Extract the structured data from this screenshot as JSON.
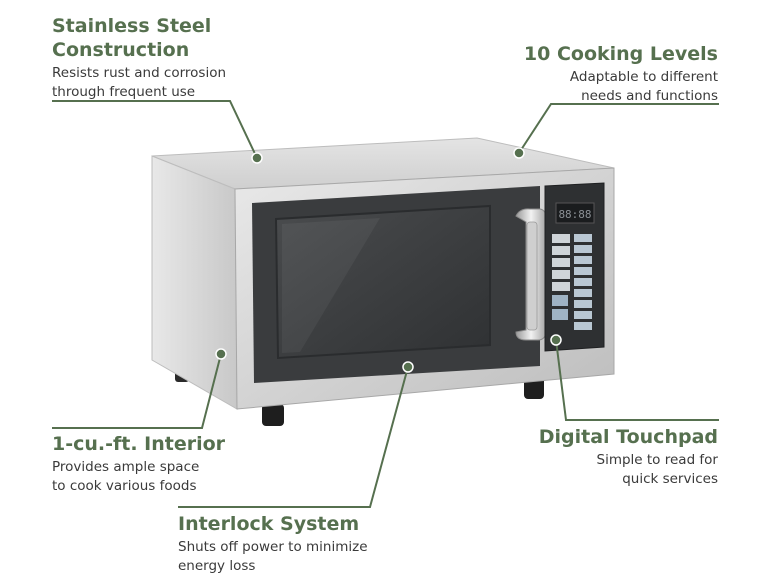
{
  "callouts": {
    "steel": {
      "title_line1": "Stainless Steel",
      "title_line2": "Construction",
      "desc_line1": "Resists rust and corrosion",
      "desc_line2": "through frequent use"
    },
    "levels": {
      "title": "10 Cooking Levels",
      "desc_line1": "Adaptable to different",
      "desc_line2": "needs and functions"
    },
    "interior": {
      "title": "1-cu.-ft. Interior",
      "desc_line1": "Provides ample space",
      "desc_line2": "to cook various foods"
    },
    "touchpad": {
      "title": "Digital Touchpad",
      "desc_line1": "Simple to read for",
      "desc_line2": "quick services"
    },
    "interlock": {
      "title": "Interlock System",
      "desc_line1": "Shuts off power to minimize",
      "desc_line2": "energy loss"
    }
  },
  "colors": {
    "accent_green": "#56704f",
    "body_text": "#3a3a3a",
    "steel": "#d9d9d9",
    "window": "#3c3e40"
  }
}
